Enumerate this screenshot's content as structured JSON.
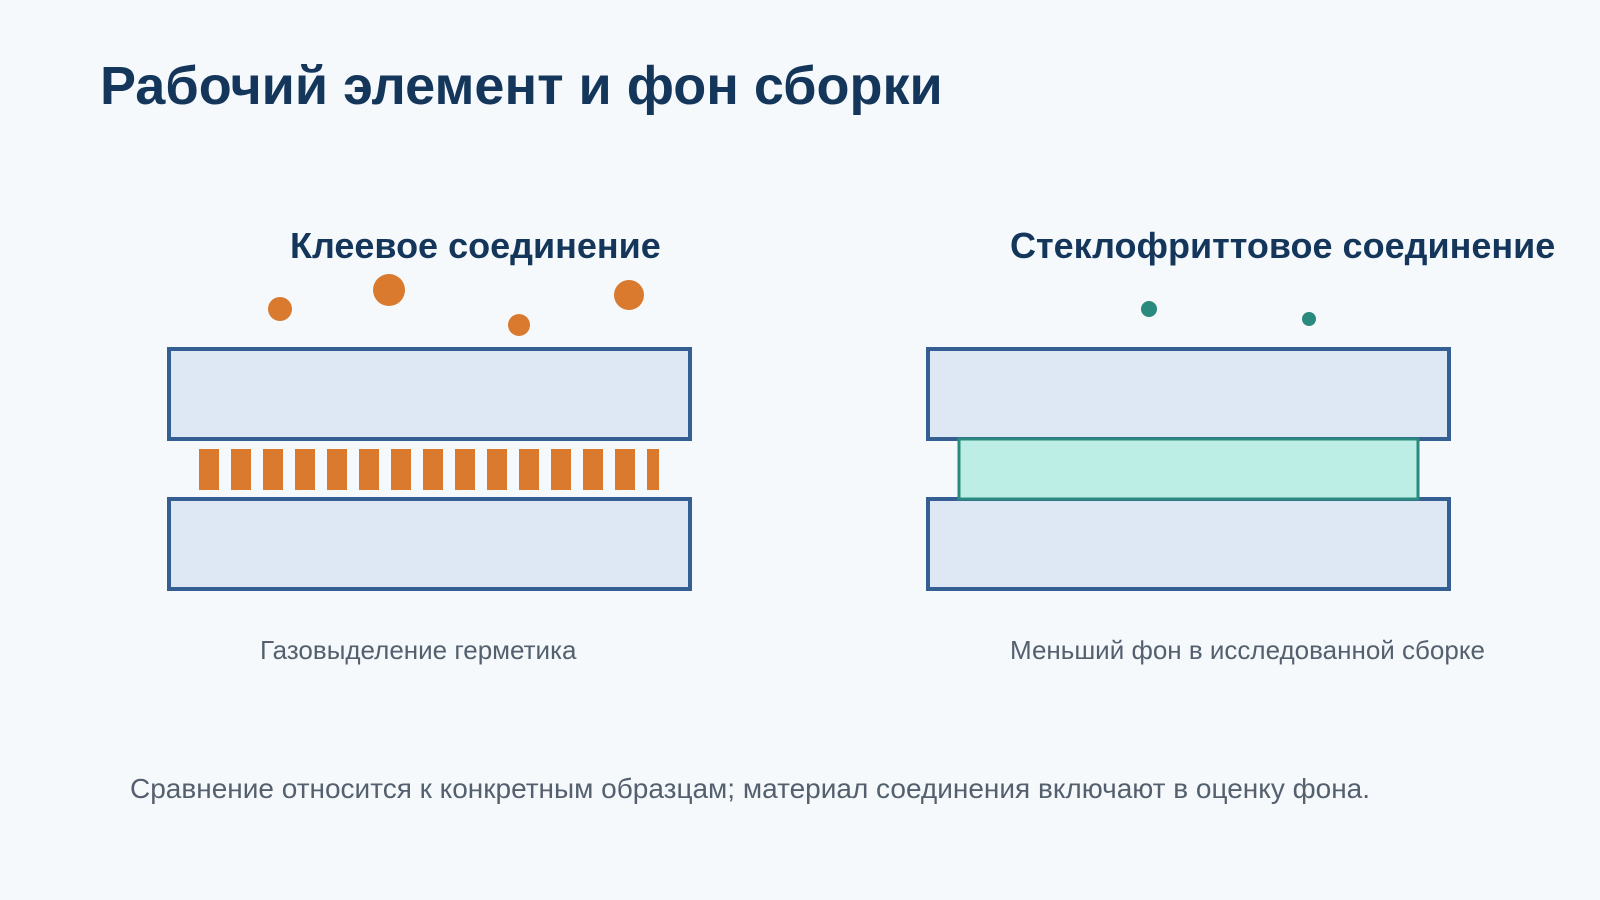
{
  "title": "Рабочий элемент и фон сборки",
  "panels": {
    "adhesive": {
      "title": "Клеевое соединение",
      "caption": "Газовыделение герметика"
    },
    "glass_frit": {
      "title": "Стеклофриттовое соединение",
      "caption": "Меньший фон в исследованной сборке"
    }
  },
  "footnote": "Сравнение относится к конкретным образцам; материал соединения включают в оценку фона.",
  "colors": {
    "background": "#f5f9fc",
    "title": "#15365b",
    "plate_fill": "#dde8f4",
    "plate_stroke": "#355f92",
    "adhesive": "#d97a2e",
    "frit_fill": "#bdeee6",
    "frit_stroke": "#2a8a7e",
    "caption": "#55606e"
  }
}
